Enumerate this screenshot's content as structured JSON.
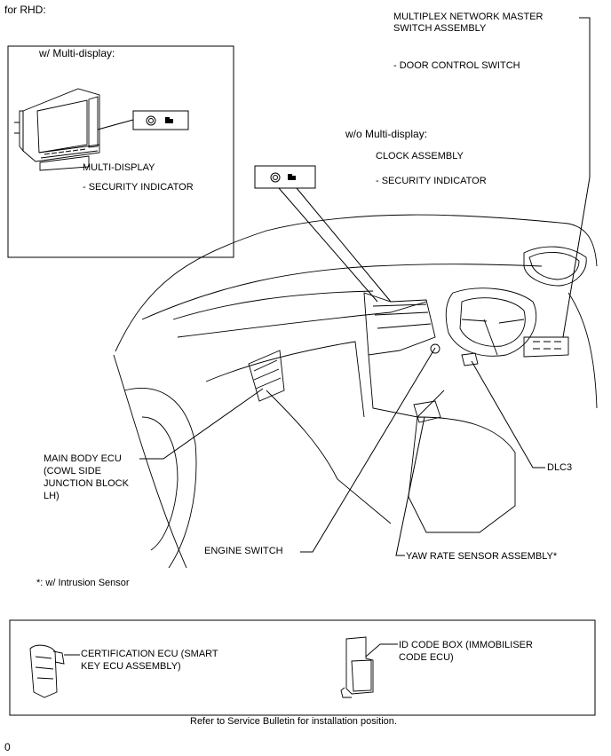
{
  "header": {
    "title": "for RHD:"
  },
  "inset": {
    "title": "w/ Multi-display:"
  },
  "labels": {
    "multi_display": "MULTI-DISPLAY",
    "security_indicator_1": "- SECURITY INDICATOR",
    "master_switch_1": "MULTIPLEX NETWORK MASTER",
    "master_switch_2": "SWITCH ASSEMBLY",
    "door_control_switch": "- DOOR CONTROL SWITCH",
    "wo_multi_display": "w/o Multi-display:",
    "clock_assembly": "CLOCK ASSEMBLY",
    "security_indicator_2": "- SECURITY INDICATOR",
    "main_body_ecu_1": "MAIN BODY ECU",
    "main_body_ecu_2": "(COWL SIDE",
    "main_body_ecu_3": "JUNCTION BLOCK",
    "main_body_ecu_4": "LH)",
    "dlc3": "DLC3",
    "engine_switch": "ENGINE SWITCH",
    "yaw_rate_sensor": "YAW RATE SENSOR ASSEMBLY*",
    "footnote": "*: w/ Intrusion Sensor",
    "cert_ecu_1": "CERTIFICATION ECU (SMART",
    "cert_ecu_2": "KEY ECU ASSEMBLY)",
    "id_code_box_1": "ID CODE BOX (IMMOBILISER",
    "id_code_box_2": "CODE ECU)",
    "bulletin_note": "Refer to Service Bulletin for installation position.",
    "page_marker": "0"
  },
  "icons": [
    "security-indicator-icon",
    "padlock-icon"
  ]
}
